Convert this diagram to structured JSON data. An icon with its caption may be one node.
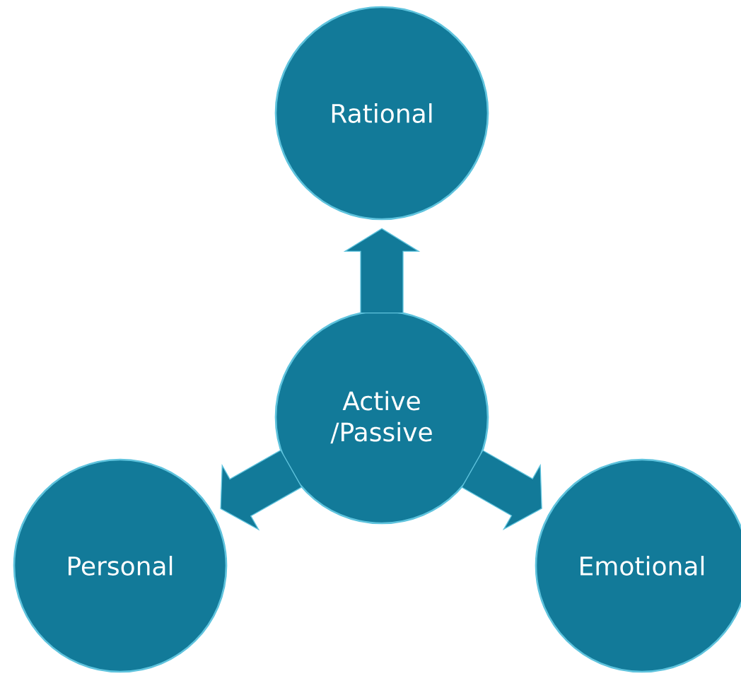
{
  "diagram": {
    "nodes": [
      {
        "text": [
          "Rational"
        ]
      },
      {
        "text": [
          "Active /Passive"
        ]
      },
      {
        "text": [
          "Personal"
        ]
      },
      {
        "text": [
          "Emotional"
        ]
      }
    ],
    "edges": [
      {
        "from": 1,
        "to": 0,
        "arrow": "to"
      },
      {
        "from": 1,
        "to": 2,
        "arrow": "to"
      },
      {
        "from": 1,
        "to": 3,
        "arrow": "to"
      }
    ]
  }
}
